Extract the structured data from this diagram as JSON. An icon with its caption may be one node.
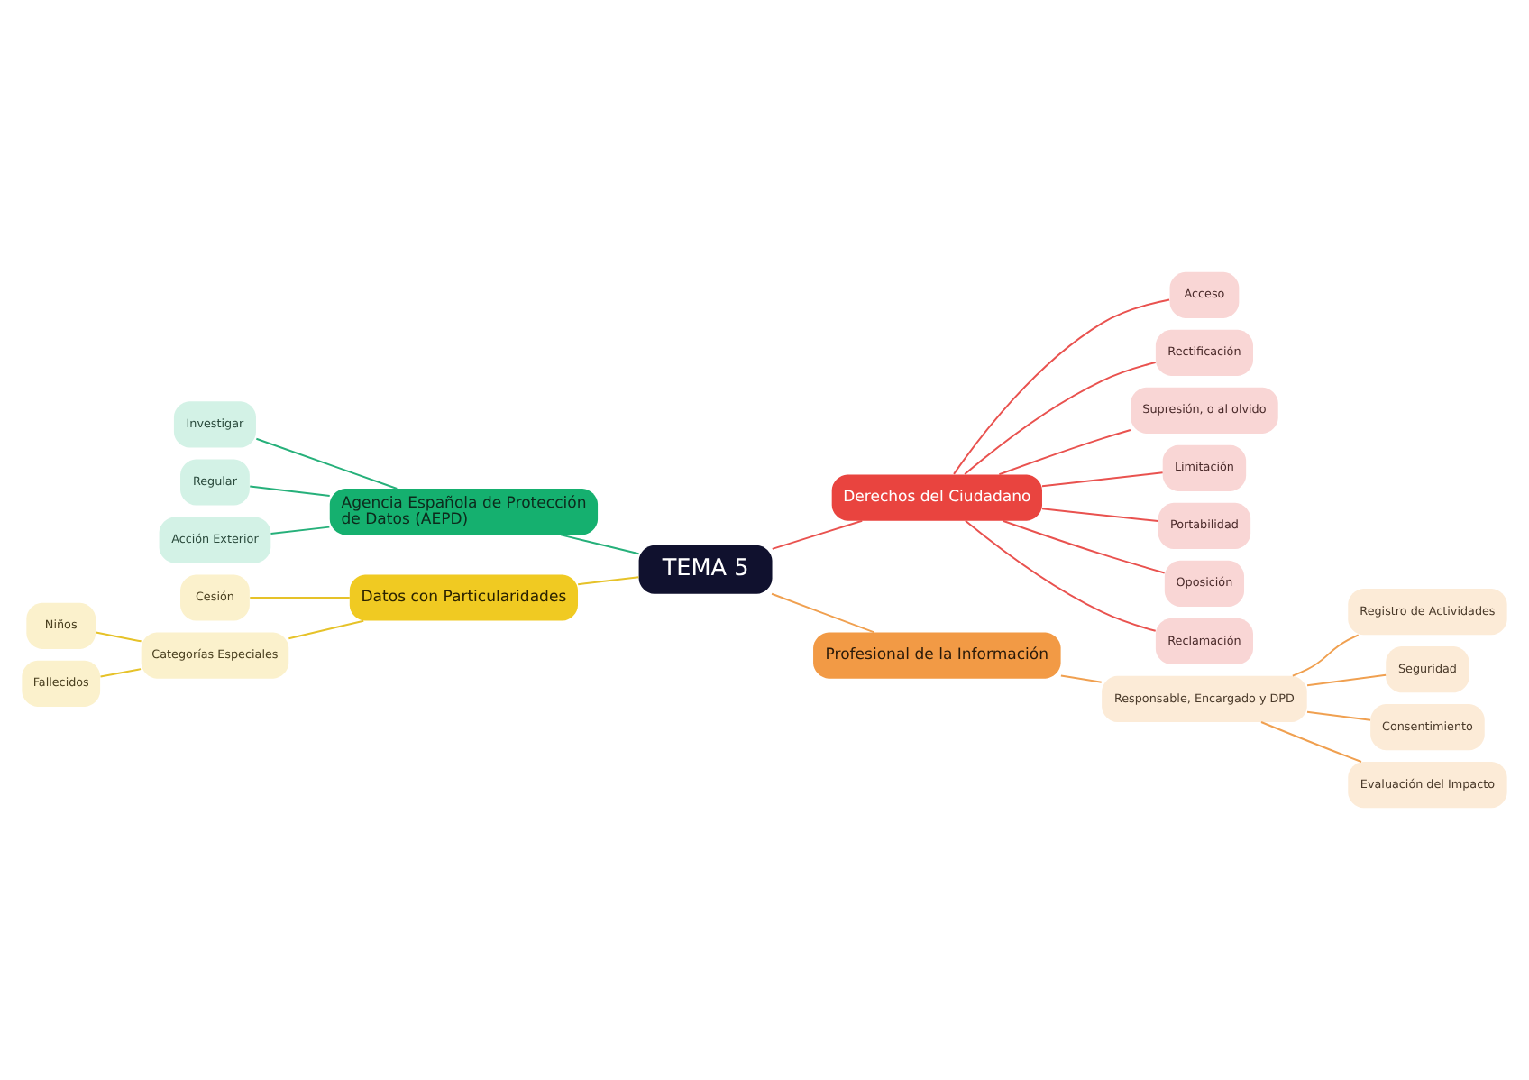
{
  "diagram": {
    "nodes": [
      {
        "text": [
          "TEMA 5"
        ]
      },
      {
        "text": [
          "Derechos del Ciudadano"
        ]
      },
      {
        "text": [
          "Acceso"
        ]
      },
      {
        "text": [
          "Rectificación"
        ]
      },
      {
        "text": [
          "Supresión, o al olvido"
        ]
      },
      {
        "text": [
          "Limitación"
        ]
      },
      {
        "text": [
          "Portabilidad"
        ]
      },
      {
        "text": [
          "Oposición"
        ]
      },
      {
        "text": [
          "Reclamación"
        ]
      },
      {
        "text": [
          "Profesional de la Información"
        ]
      },
      {
        "text": [
          "Responsable, Encargado y DPD"
        ]
      },
      {
        "text": [
          "Registro de Actividades"
        ]
      },
      {
        "text": [
          "Seguridad"
        ]
      },
      {
        "text": [
          "Consentimiento"
        ]
      },
      {
        "text": [
          "Evaluación del Impacto"
        ]
      },
      {
        "text": [
          "Agencia Española de Protección de Datos (AEPD)"
        ]
      },
      {
        "text": [
          "Investigar"
        ]
      },
      {
        "text": [
          "Regular"
        ]
      },
      {
        "text": [
          "Acción Exterior"
        ]
      },
      {
        "text": [
          "Datos con Particularidades"
        ]
      },
      {
        "text": [
          "Cesión"
        ]
      },
      {
        "text": [
          "Categorías Especiales"
        ]
      },
      {
        "text": [
          "Niños"
        ]
      },
      {
        "text": [
          "Fallecidos"
        ]
      }
    ],
    "edges": [
      {
        "from": 0,
        "to": 1,
        "arrow": "none"
      },
      {
        "from": 1,
        "to": 2,
        "arrow": "none"
      },
      {
        "from": 1,
        "to": 3,
        "arrow": "none"
      },
      {
        "from": 1,
        "to": 4,
        "arrow": "none"
      },
      {
        "from": 1,
        "to": 5,
        "arrow": "none"
      },
      {
        "from": 1,
        "to": 6,
        "arrow": "none"
      },
      {
        "from": 1,
        "to": 7,
        "arrow": "none"
      },
      {
        "from": 1,
        "to": 8,
        "arrow": "none"
      },
      {
        "from": 0,
        "to": 9,
        "arrow": "none",
        "color": "#f0a050"
      },
      {
        "from": 9,
        "to": 10,
        "arrow": "none",
        "color": "#f0a050"
      },
      {
        "from": 10,
        "to": 11,
        "arrow": "none",
        "color": "#f0a050"
      },
      {
        "from": 10,
        "to": 12,
        "arrow": "none",
        "color": "#f0a050"
      },
      {
        "from": 10,
        "to": 13,
        "arrow": "none",
        "color": "#f0a050"
      },
      {
        "from": 10,
        "to": 14,
        "arrow": "none",
        "color": "#f0a050"
      },
      {
        "from": 15,
        "to": 0,
        "arrow": "none",
        "color": "#26b07a"
      },
      {
        "from": 16,
        "to": 15,
        "arrow": "none",
        "color": "#26b07a"
      },
      {
        "from": 17,
        "to": 15,
        "arrow": "none",
        "color": "#26b07a"
      },
      {
        "from": 18,
        "to": 15,
        "arrow": "none",
        "color": "#26b07a"
      },
      {
        "from": 19,
        "to": 0,
        "arrow": "none",
        "color": "#e6c229"
      },
      {
        "from": 20,
        "to": 19,
        "arrow": "none",
        "color": "#e6c229"
      },
      {
        "from": 21,
        "to": 19,
        "arrow": "none",
        "color": "#e6c229"
      },
      {
        "from": 22,
        "to": 21,
        "arrow": "none",
        "color": "#e6c229"
      },
      {
        "from": 23,
        "to": 21,
        "arrow": "none",
        "color": "#e6c229"
      }
    ]
  }
}
